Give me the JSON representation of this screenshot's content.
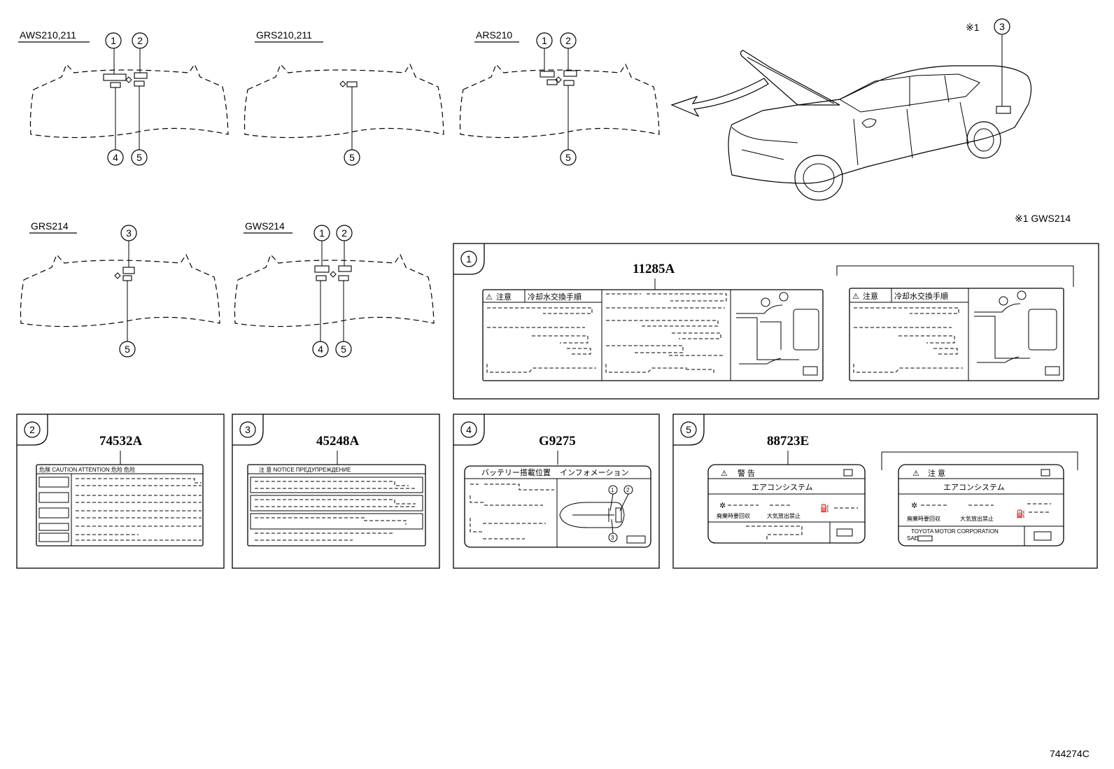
{
  "variants": {
    "aws210_211": "AWS210,211",
    "grs210_211": "GRS210,211",
    "ars210": "ARS210",
    "grs214": "GRS214",
    "gws214": "GWS214"
  },
  "callouts": [
    "1",
    "2",
    "3",
    "4",
    "5"
  ],
  "car_note": {
    "mark": "※1",
    "num": "3"
  },
  "note_gws214": "※1 GWS214",
  "label_boxes": {
    "b1": {
      "code": "11285A",
      "title": "注意",
      "subtitle": "冷却水交換手順"
    },
    "b2": {
      "code": "74532A",
      "header": "危険  CAUTION  ATTENTION  危险  危险"
    },
    "b3": {
      "code": "45248A",
      "header": "注 意  NOTICE   ПРЕДУПРЕЖДЕНИЕ"
    },
    "b4": {
      "code": "G9275",
      "header_left": "バッテリー搭載位置",
      "header_right": "インフォメーション"
    },
    "b5": {
      "code": "88723E",
      "warn_title": "警 告",
      "caution_title": "注 意",
      "system": "エアコンシステム",
      "recover": "廃棄時要回収",
      "no_release": "大気放出禁止",
      "maker": "TOYOTA MOTOR CORPORATION",
      "sae": "SAE"
    }
  },
  "ref_code": "744274C"
}
